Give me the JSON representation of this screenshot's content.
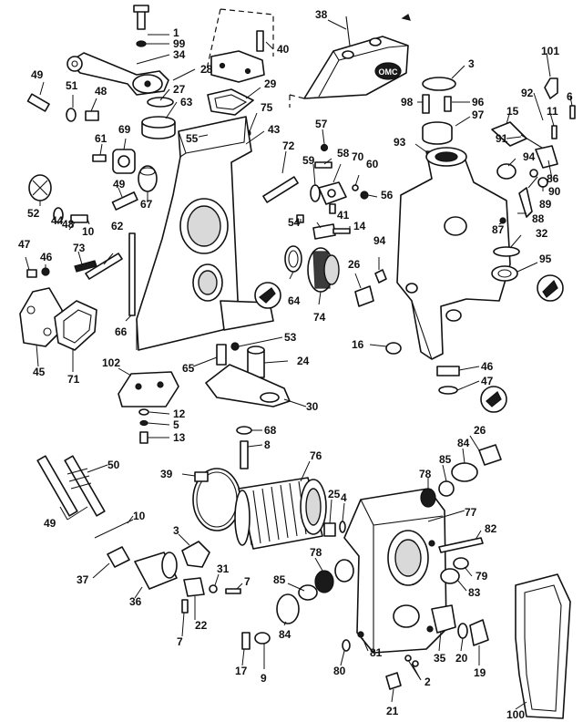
{
  "diagram": {
    "callouts": [
      {
        "id": "c1",
        "text": "1"
      },
      {
        "id": "c99",
        "text": "99"
      },
      {
        "id": "c34",
        "text": "34"
      },
      {
        "id": "c28",
        "text": "28"
      },
      {
        "id": "c27",
        "text": "27"
      },
      {
        "id": "c63",
        "text": "63"
      },
      {
        "id": "c55",
        "text": "55"
      },
      {
        "id": "c40",
        "text": "40"
      },
      {
        "id": "c29",
        "text": "29"
      },
      {
        "id": "c75",
        "text": "75"
      },
      {
        "id": "c43",
        "text": "43"
      },
      {
        "id": "c38",
        "text": "38"
      },
      {
        "id": "c3a",
        "text": "3"
      },
      {
        "id": "c101",
        "text": "101"
      },
      {
        "id": "c98",
        "text": "98"
      },
      {
        "id": "c96",
        "text": "96"
      },
      {
        "id": "c97",
        "text": "97"
      },
      {
        "id": "c92",
        "text": "92"
      },
      {
        "id": "c6",
        "text": "6"
      },
      {
        "id": "c15",
        "text": "15"
      },
      {
        "id": "c11",
        "text": "11"
      },
      {
        "id": "c91",
        "text": "91"
      },
      {
        "id": "c86",
        "text": "86"
      },
      {
        "id": "c49a",
        "text": "49"
      },
      {
        "id": "c51",
        "text": "51"
      },
      {
        "id": "c48a",
        "text": "48"
      },
      {
        "id": "c61",
        "text": "61"
      },
      {
        "id": "c69",
        "text": "69"
      },
      {
        "id": "c67",
        "text": "67"
      },
      {
        "id": "c57",
        "text": "57"
      },
      {
        "id": "c72",
        "text": "72"
      },
      {
        "id": "c58",
        "text": "58"
      },
      {
        "id": "c70",
        "text": "70"
      },
      {
        "id": "c59",
        "text": "59"
      },
      {
        "id": "c60",
        "text": "60"
      },
      {
        "id": "c56",
        "text": "56"
      },
      {
        "id": "c93",
        "text": "93"
      },
      {
        "id": "c94a",
        "text": "94"
      },
      {
        "id": "c90",
        "text": "90"
      },
      {
        "id": "c89",
        "text": "89"
      },
      {
        "id": "c52",
        "text": "52"
      },
      {
        "id": "c44",
        "text": "44"
      },
      {
        "id": "c48b",
        "text": "48"
      },
      {
        "id": "c10a",
        "text": "10"
      },
      {
        "id": "c49b",
        "text": "49"
      },
      {
        "id": "c62",
        "text": "62"
      },
      {
        "id": "c54",
        "text": "54"
      },
      {
        "id": "c41",
        "text": "41"
      },
      {
        "id": "c14",
        "text": "14"
      },
      {
        "id": "c87",
        "text": "87"
      },
      {
        "id": "c88",
        "text": "88"
      },
      {
        "id": "c32",
        "text": "32"
      },
      {
        "id": "c47a",
        "text": "47"
      },
      {
        "id": "c46a",
        "text": "46"
      },
      {
        "id": "c73",
        "text": "73"
      },
      {
        "id": "c94b",
        "text": "94"
      },
      {
        "id": "c26a",
        "text": "26"
      },
      {
        "id": "c95",
        "text": "95"
      },
      {
        "id": "c64",
        "text": "64"
      },
      {
        "id": "c74",
        "text": "74"
      },
      {
        "id": "c66",
        "text": "66"
      },
      {
        "id": "c45",
        "text": "45"
      },
      {
        "id": "c71",
        "text": "71"
      },
      {
        "id": "c53",
        "text": "53"
      },
      {
        "id": "c16",
        "text": "16"
      },
      {
        "id": "c24",
        "text": "24"
      },
      {
        "id": "c65",
        "text": "65"
      },
      {
        "id": "c102",
        "text": "102"
      },
      {
        "id": "c30",
        "text": "30"
      },
      {
        "id": "c46b",
        "text": "46"
      },
      {
        "id": "c47b",
        "text": "47"
      },
      {
        "id": "c12",
        "text": "12"
      },
      {
        "id": "c5",
        "text": "5"
      },
      {
        "id": "c13",
        "text": "13"
      },
      {
        "id": "c68",
        "text": "68"
      },
      {
        "id": "c8",
        "text": "8"
      },
      {
        "id": "c26b",
        "text": "26"
      },
      {
        "id": "c50",
        "text": "50"
      },
      {
        "id": "c76",
        "text": "76"
      },
      {
        "id": "c84a",
        "text": "84"
      },
      {
        "id": "c85a",
        "text": "85"
      },
      {
        "id": "c39",
        "text": "39"
      },
      {
        "id": "c78a",
        "text": "78"
      },
      {
        "id": "c49c",
        "text": "49"
      },
      {
        "id": "c10b",
        "text": "10"
      },
      {
        "id": "c25",
        "text": "25"
      },
      {
        "id": "c4",
        "text": "4"
      },
      {
        "id": "c77",
        "text": "77"
      },
      {
        "id": "c3b",
        "text": "3"
      },
      {
        "id": "c82",
        "text": "82"
      },
      {
        "id": "c37",
        "text": "37"
      },
      {
        "id": "c31",
        "text": "31"
      },
      {
        "id": "c7a",
        "text": "7"
      },
      {
        "id": "c78b",
        "text": "78"
      },
      {
        "id": "c79",
        "text": "79"
      },
      {
        "id": "c36",
        "text": "36"
      },
      {
        "id": "c85b",
        "text": "85"
      },
      {
        "id": "c83",
        "text": "83"
      },
      {
        "id": "c22",
        "text": "22"
      },
      {
        "id": "c7b",
        "text": "7"
      },
      {
        "id": "c84b",
        "text": "84"
      },
      {
        "id": "c81",
        "text": "81"
      },
      {
        "id": "c35",
        "text": "35"
      },
      {
        "id": "c20",
        "text": "20"
      },
      {
        "id": "c19",
        "text": "19"
      },
      {
        "id": "c17",
        "text": "17"
      },
      {
        "id": "c9",
        "text": "9"
      },
      {
        "id": "c80",
        "text": "80"
      },
      {
        "id": "c2",
        "text": "2"
      },
      {
        "id": "c21",
        "text": "21"
      },
      {
        "id": "c100",
        "text": "100"
      }
    ],
    "nameplate_text": "OMC",
    "colors": {
      "ink": "#111111",
      "paper": "#ffffff",
      "shade": "#d9d9d9"
    }
  }
}
